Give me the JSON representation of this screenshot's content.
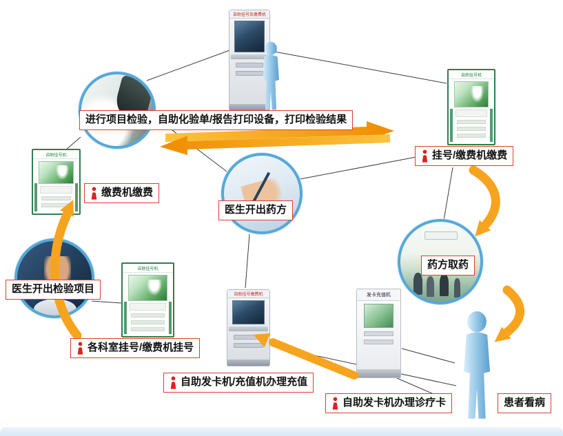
{
  "labels": {
    "lab_print": {
      "text": "进行项目检验，自助化验单/报告打印设备，打印检验结果"
    },
    "pay_right": {
      "text": "挂号/缴费机缴费"
    },
    "pay_left": {
      "text": "缴费机缴费"
    },
    "prescription": {
      "text": "医生开出药方"
    },
    "pharmacy": {
      "text": "药方取药"
    },
    "doctor_order": {
      "text": "医生开出检验项目"
    },
    "register": {
      "text": "各科室挂号/缴费机挂号"
    },
    "recharge": {
      "text": "自助发卡机/充值机办理充值"
    },
    "card": {
      "text": "自助发卡机办理诊疗卡"
    },
    "patient": {
      "text": "患者看病"
    }
  },
  "machines": {
    "top_atm": {
      "caption": "自助挂号及缴费机"
    },
    "right_kiosk": {
      "caption": "自助挂号机"
    },
    "left_kiosk": {
      "caption": "自助挂号机"
    },
    "mid_kiosk": {
      "caption": "自助挂号机"
    },
    "mid_atm": {
      "caption": "自助挂号缴费机"
    },
    "card_kiosk": {
      "caption": "发卡充值机"
    }
  },
  "colors": {
    "label_border": "#e23a2e",
    "icon_red": "#e02020",
    "arrow_orange": "#f6a41f",
    "ring_blue": "#56a8d8",
    "kiosk_green": "#2e7d4f",
    "person_blue": "#8fc6e8"
  }
}
